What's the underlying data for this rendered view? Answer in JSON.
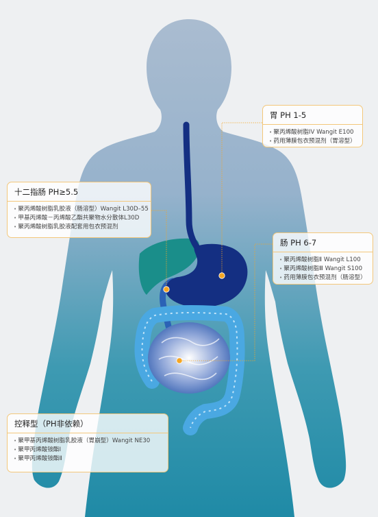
{
  "stomach": {
    "title": "胃 PH 1-5",
    "items": [
      "聚丙烯酸树脂IV Wangit E100",
      "药用薄膜包衣预混剂（胃溶型）"
    ]
  },
  "duodenum": {
    "title": "十二指肠 PH≥5.5",
    "items": [
      "聚丙烯酸树脂乳胶液（肠溶型）Wangit L30D–55",
      "甲基丙烯酸－丙烯酸乙酯共聚物水分散体L30D",
      "聚丙烯酸树脂乳胶液配套用包衣预混剂"
    ]
  },
  "intestine": {
    "title": "肠 PH 6-7",
    "items": [
      "聚丙烯酸树脂Ⅱ Wangit L100",
      "聚丙烯酸树脂Ⅲ Wangit S100",
      "药用薄膜包衣预混剂（肠溶型）"
    ]
  },
  "release": {
    "title": "控释型（PH非依赖）",
    "items": [
      "聚甲基丙烯酸树脂乳胶液（胃崩型）Wangit NE30",
      "聚甲丙烯酸铵酯Ⅰ",
      "聚甲丙烯酸铵酯Ⅱ"
    ]
  },
  "colors": {
    "accent": "#f5a623",
    "stomach": "#142f82",
    "liver": "#1a8e8a",
    "intestine": "#3aa0de"
  }
}
